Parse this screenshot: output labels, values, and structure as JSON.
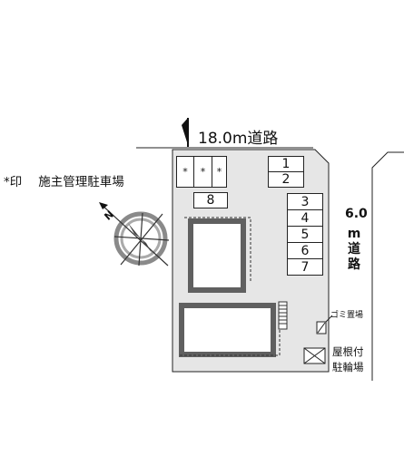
{
  "roads": {
    "top": "18.0m道路",
    "right": {
      "width": "6.0",
      "unit": "m",
      "name_1": "道",
      "name_2": "路"
    }
  },
  "legend": {
    "symbol": "*印",
    "text": "施主管理駐車場"
  },
  "parking": {
    "owner_spaces": [
      "*",
      "*",
      "*"
    ],
    "spaces": [
      "1",
      "2",
      "3",
      "4",
      "5",
      "6",
      "7",
      "8"
    ]
  },
  "facilities": {
    "garbage": "ゴミ置場",
    "bicycle_line1": "屋根付",
    "bicycle_line2": "駐輪場"
  },
  "compass": {
    "label": "N"
  },
  "colors": {
    "lot": "#e6e6e6",
    "building_border": "#606060",
    "line": "#222222"
  }
}
